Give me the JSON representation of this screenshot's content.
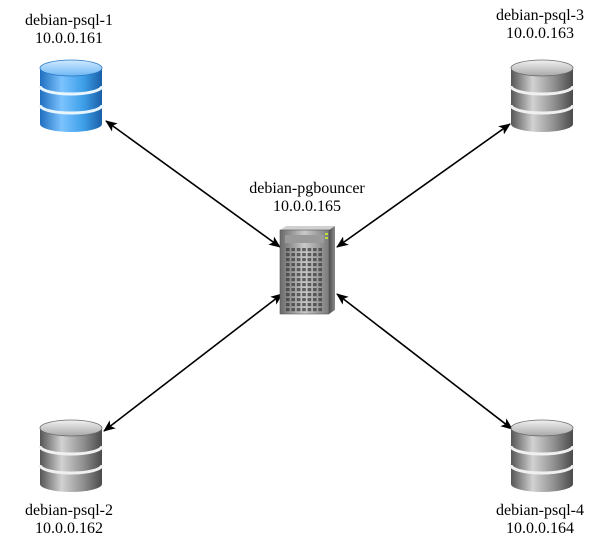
{
  "diagram": {
    "colors": {
      "db_primary": "#3d9fe8",
      "db_secondary": "#8f8f8f",
      "edge": "#000000"
    },
    "center": {
      "name": "debian-pgbouncer",
      "ip": "10.0.0.165",
      "icon": "server-icon"
    },
    "nodes": [
      {
        "id": "psql-1",
        "name": "debian-psql-1",
        "ip": "10.0.0.161",
        "icon": "database-icon",
        "role": "primary"
      },
      {
        "id": "psql-2",
        "name": "debian-psql-2",
        "ip": "10.0.0.162",
        "icon": "database-icon",
        "role": "standby"
      },
      {
        "id": "psql-3",
        "name": "debian-psql-3",
        "ip": "10.0.0.163",
        "icon": "database-icon",
        "role": "standby"
      },
      {
        "id": "psql-4",
        "name": "debian-psql-4",
        "ip": "10.0.0.164",
        "icon": "database-icon",
        "role": "standby"
      }
    ],
    "edges": [
      {
        "from": "debian-pgbouncer",
        "to": "debian-psql-1",
        "direction": "both"
      },
      {
        "from": "debian-pgbouncer",
        "to": "debian-psql-2",
        "direction": "both"
      },
      {
        "from": "debian-pgbouncer",
        "to": "debian-psql-3",
        "direction": "both"
      },
      {
        "from": "debian-pgbouncer",
        "to": "debian-psql-4",
        "direction": "both"
      }
    ]
  }
}
